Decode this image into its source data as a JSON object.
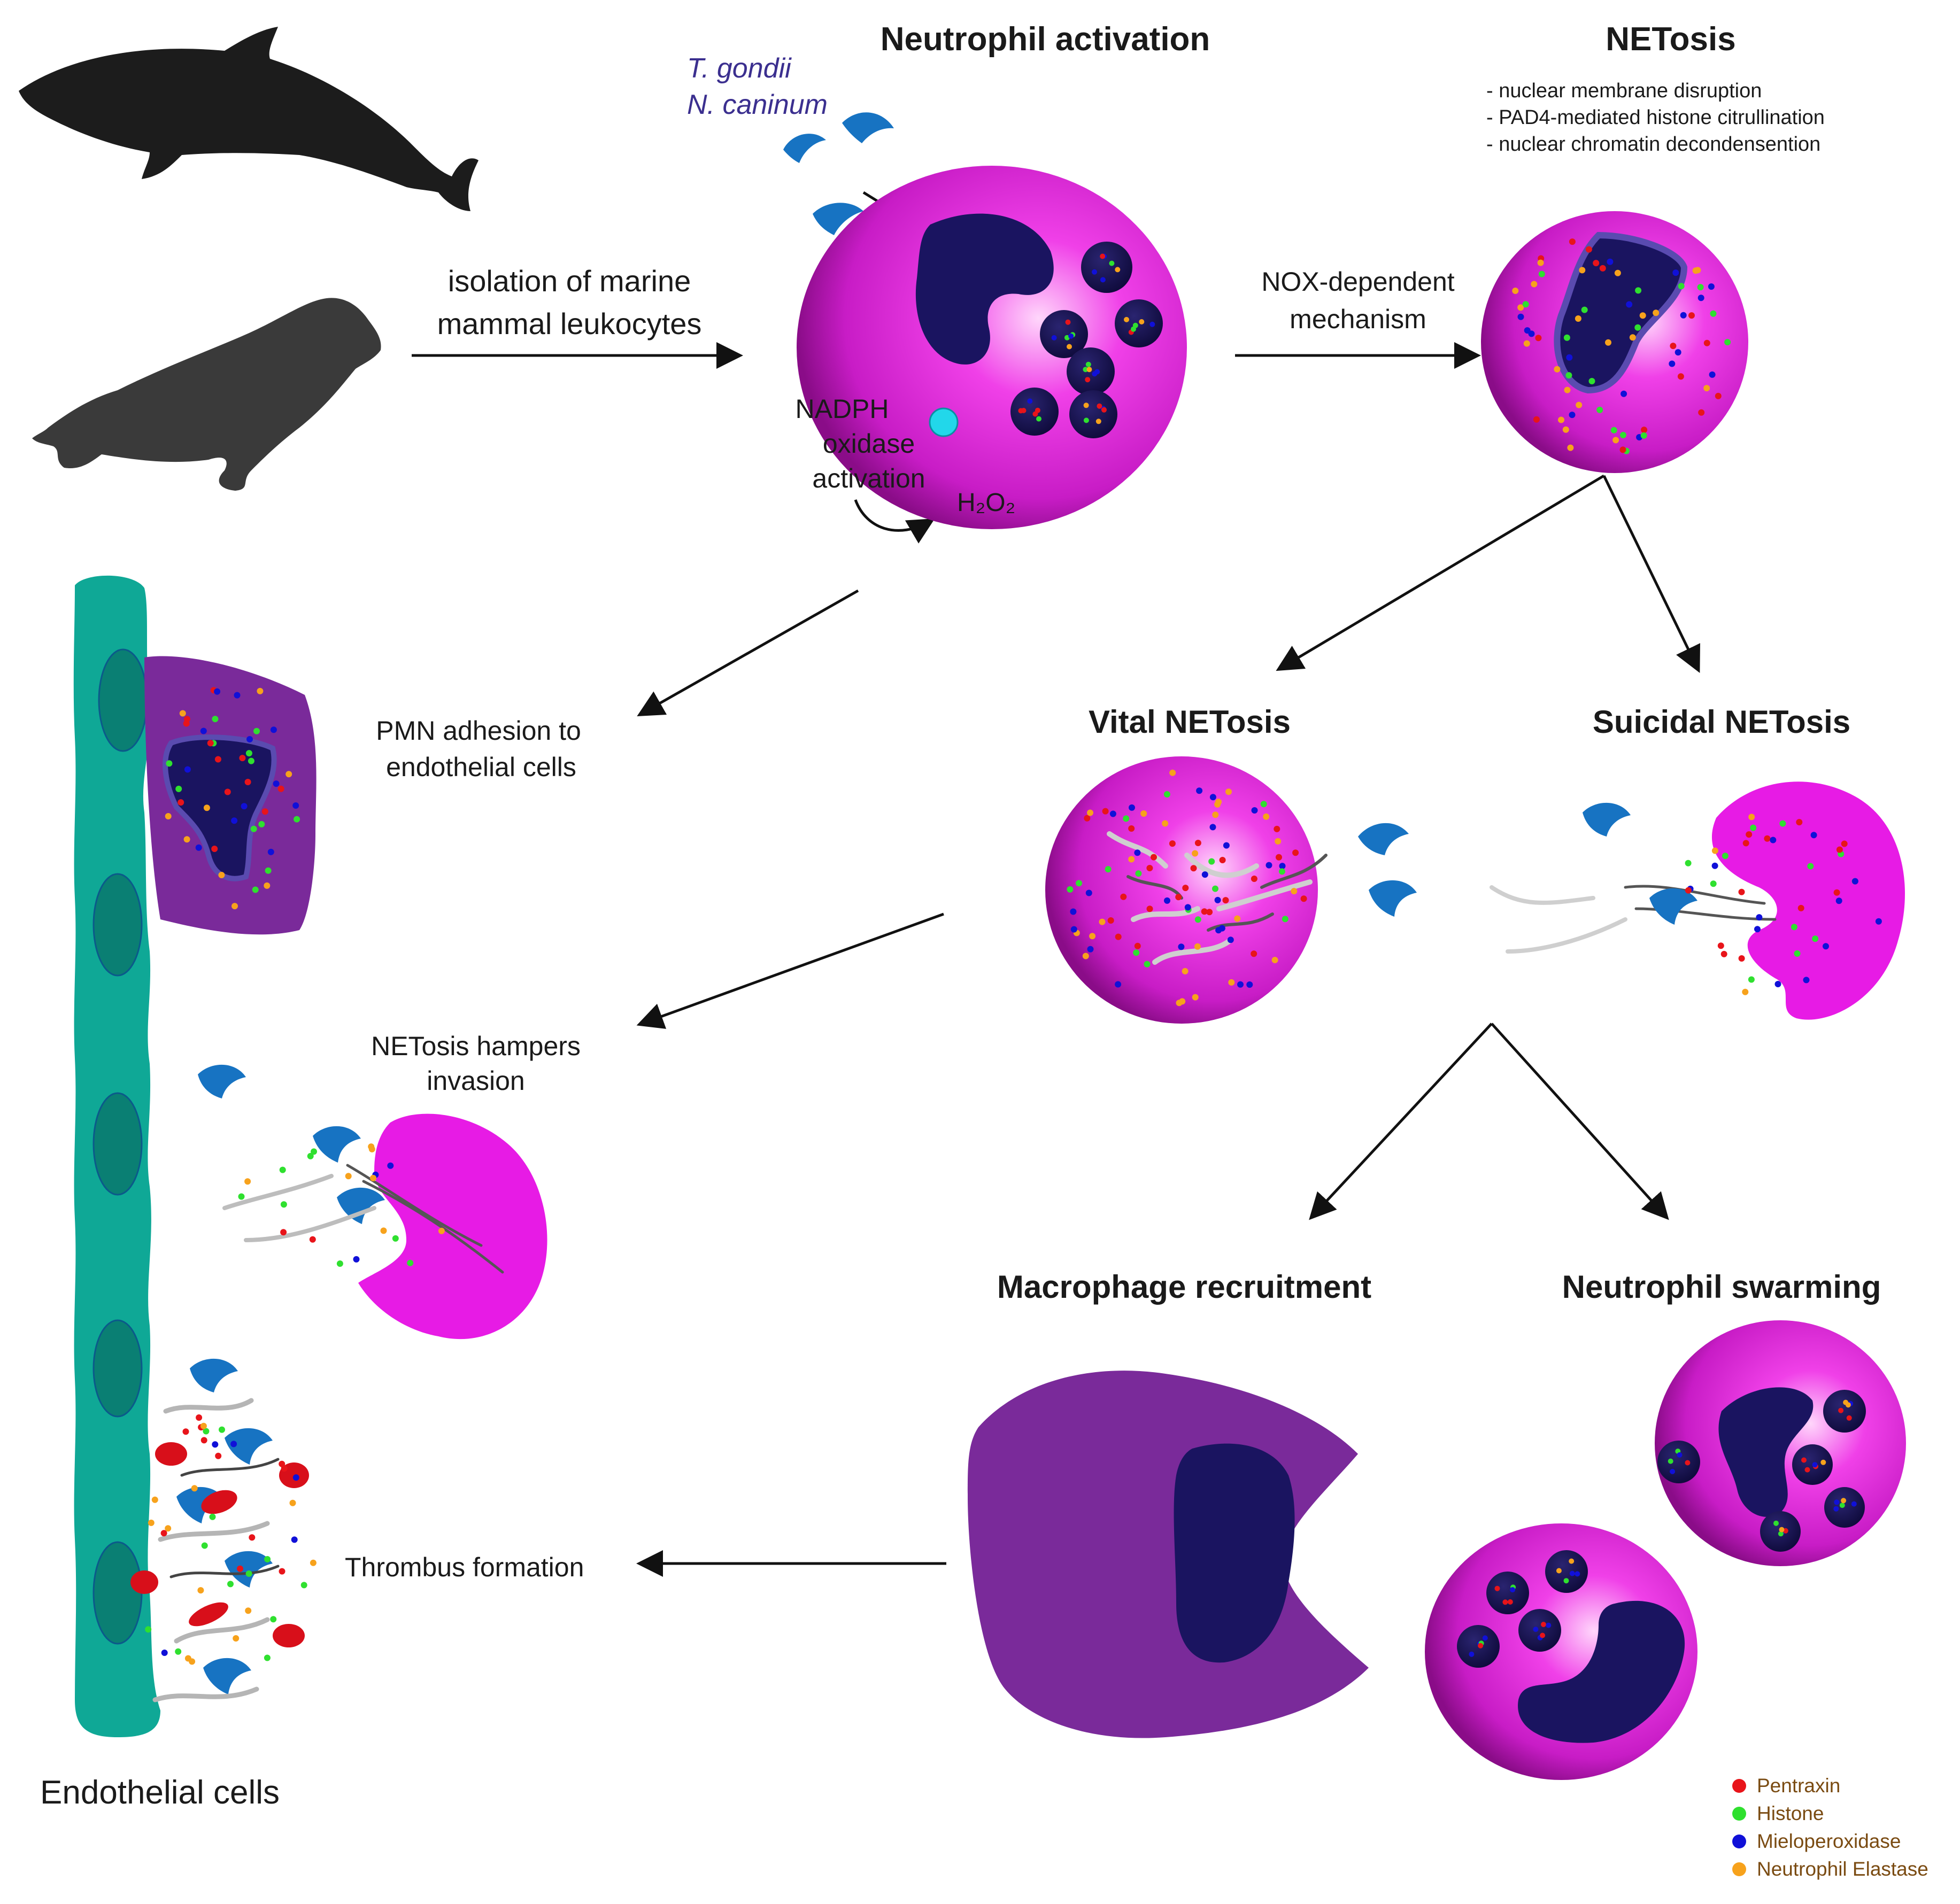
{
  "headings": {
    "neutrophil_activation": "Neutrophil activation",
    "netosis": "NETosis",
    "vital_netosis": "Vital NETosis",
    "suicidal_netosis": "Suicidal NETosis",
    "macrophage_recruitment": "Macrophage recruitment",
    "neutrophil_swarming": "Neutrophil swarming"
  },
  "parasites": {
    "t_gondii": "T. gondii",
    "n_caninum": "N. caninum"
  },
  "isolation": {
    "line1": "isolation of marine",
    "line2": "mammal leukocytes"
  },
  "nadph": {
    "line1": "NADPH",
    "line2": "oxidase",
    "line3": "activation",
    "h2o2": "H₂O₂"
  },
  "nox": {
    "line1": "NOX-dependent",
    "line2": "mechanism"
  },
  "netosis_steps": [
    "- nuclear membrane disruption",
    "- PAD4-mediated histone citrullination",
    "- nuclear chromatin decondensention"
  ],
  "pmn": {
    "line1": "PMN adhesion to",
    "line2": "endothelial cells"
  },
  "hampers": {
    "line1": "NETosis hampers",
    "line2": "invasion"
  },
  "thrombus": "Thrombus formation",
  "endothelial": "Endothelial cells",
  "legend": [
    {
      "label": "Pentraxin",
      "color": "#e8141a"
    },
    {
      "label": "Histone",
      "color": "#2fe02f"
    },
    {
      "label": "Mieloperoxidase",
      "color": "#1010d8"
    },
    {
      "label": "Neutrophil Elastase",
      "color": "#f7a21c"
    }
  ],
  "colors": {
    "neutrophil": "#d21bd0",
    "nucleus": "#1a1460",
    "parasite": "#1773c2",
    "endothelium": "#0fa896",
    "macrophage": "#7a2a9a",
    "dolphin": "#1c1c1c",
    "seal": "#3a3a3a"
  }
}
